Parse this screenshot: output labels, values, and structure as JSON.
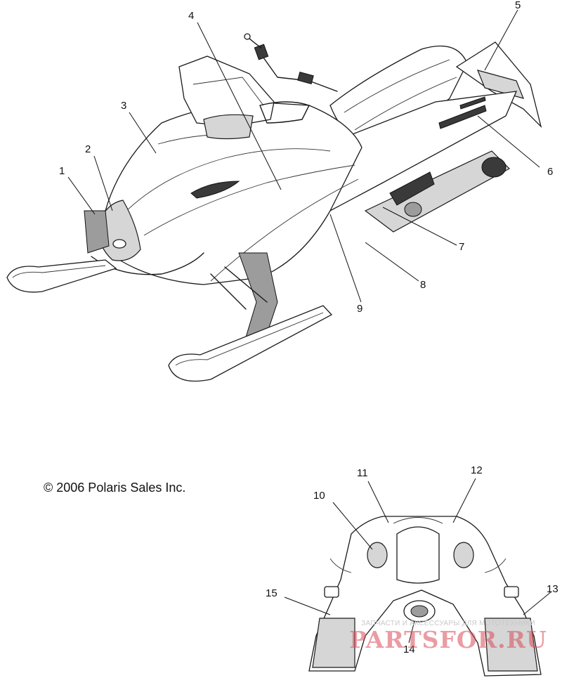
{
  "copyright": "© 2006 Polaris Sales Inc.",
  "watermark": {
    "caption": "ЗАПЧАСТИ И АКСЕССУАРЫ ДЛЯ МОТОТЕХНИКИ",
    "brand": "PARTSFOR.RU"
  },
  "callouts": [
    "1",
    "2",
    "3",
    "4",
    "5",
    "6",
    "7",
    "8",
    "9",
    "10",
    "11",
    "12",
    "13",
    "14",
    "15"
  ]
}
